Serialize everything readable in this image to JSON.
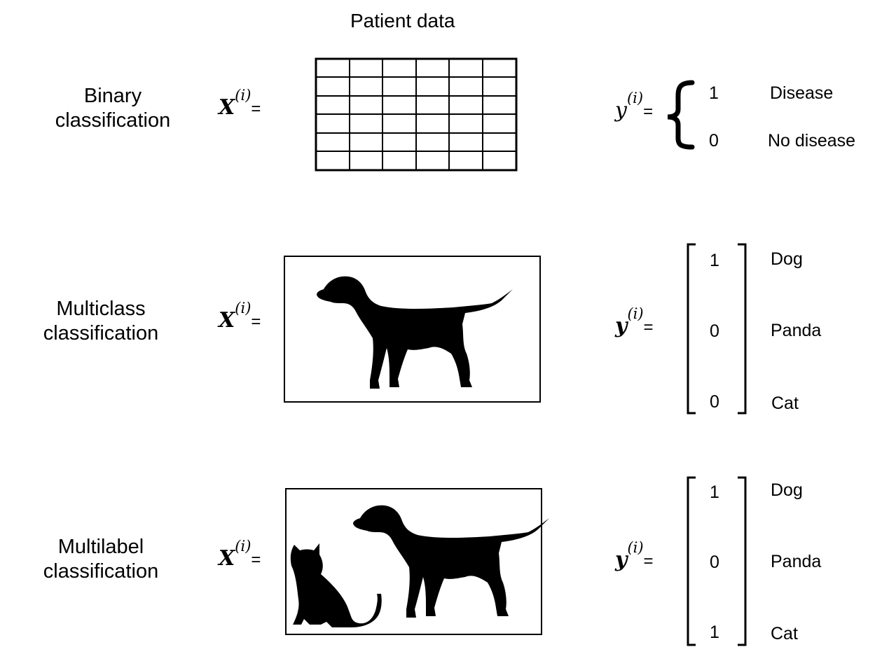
{
  "header": {
    "patient_data_label": "Patient data"
  },
  "rows": [
    {
      "label_line1": "Binary",
      "label_line2": "classification",
      "x_symbol": "X",
      "x_superscript": "(i)",
      "equals": "=",
      "y_symbol": "y",
      "y_superscript": "(i)",
      "targets": [
        {
          "value": "1",
          "label": "Disease"
        },
        {
          "value": "0",
          "label": "No disease"
        }
      ]
    },
    {
      "label_line1": "Multiclass",
      "label_line2": "classification",
      "x_symbol": "X",
      "x_superscript": "(i)",
      "equals": "=",
      "y_symbol": "y",
      "y_superscript": "(i)",
      "targets": [
        {
          "value": "1",
          "label": "Dog"
        },
        {
          "value": "0",
          "label": "Panda"
        },
        {
          "value": "0",
          "label": "Cat"
        }
      ]
    },
    {
      "label_line1": "Multilabel",
      "label_line2": "classification",
      "x_symbol": "X",
      "x_superscript": "(i)",
      "equals": "=",
      "y_symbol": "y",
      "y_superscript": "(i)",
      "targets": [
        {
          "value": "1",
          "label": "Dog"
        },
        {
          "value": "0",
          "label": "Panda"
        },
        {
          "value": "1",
          "label": "Cat"
        }
      ]
    }
  ],
  "grid": {
    "rows": 6,
    "cols": 6
  },
  "icons": {
    "dog": "dog-silhouette-icon",
    "cat": "cat-silhouette-icon"
  }
}
